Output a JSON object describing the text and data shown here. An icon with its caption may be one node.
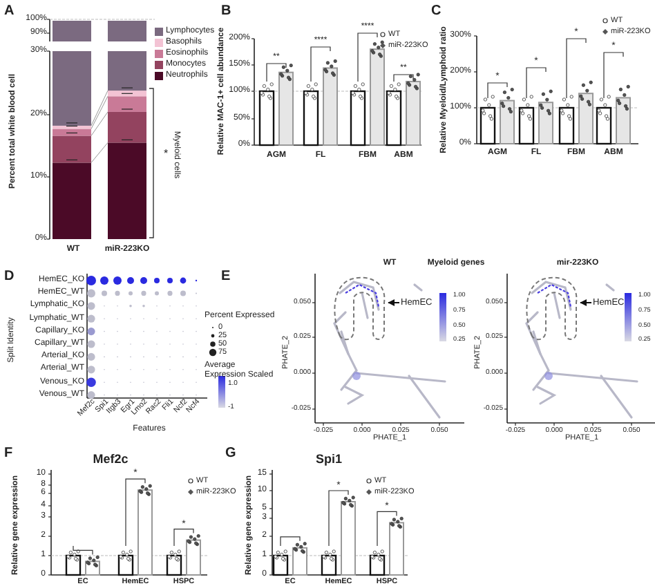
{
  "diagram": {
    "nodes": [
      {
        "text": [
          "HemEC"
        ]
      },
      {
        "text": [],
        "shape": "outline"
      },
      {
        "text": [
          "HemEC"
        ]
      },
      {
        "text": [],
        "shape": "outline"
      }
    ],
    "edges": [
      {
        "from": 0,
        "to": 1,
        "arrow": "to"
      },
      {
        "from": 2,
        "to": 3,
        "arrow": "to"
      }
    ],
    "labels": [
      "A",
      "100%",
      "90%",
      "30%",
      "20%",
      "10%",
      "0%",
      "Percent total white blood cell",
      "WT",
      "miR-223KO",
      "*",
      "Myeloid cells",
      "B",
      "200%",
      "150%",
      "100%",
      "50%",
      "0%",
      "Relative MAC-1+ cell abundance",
      "**",
      "****",
      "****",
      "**",
      "AGM",
      "FL",
      "FBM",
      "ABM",
      "C",
      "300%",
      "200%",
      "100%",
      "0%",
      "Relative Myeloid/Lymphoid ratio",
      "*",
      "*",
      "*",
      "*",
      "AGM",
      "FL",
      "FBM",
      "ABM",
      "D",
      "HemEC_KO",
      "HemEC_WT",
      "Lymphatic_KO",
      "Lymphatic_WT",
      "Capillary_KO",
      "Capillary_WT",
      "Arterial_KO",
      "Arterial_WT",
      "Venous_KO",
      "Venous_WT",
      "Split Identity",
      "Mef2c",
      "Spi1",
      "Itgb3",
      "Egr1",
      "Lmo2",
      "Rac2",
      "Fli1",
      "Ncf2",
      "Ncf4",
      "Features",
      "Percent Expressed",
      "Average Expression Scaled",
      "1.0",
      "-1",
      "E",
      "WT",
      "Myeloid genes",
      "mir-223KO",
      "1.00",
      "0.75",
      "0.50",
      "0.25",
      "PHATE_2",
      "0.050",
      "0.025",
      "0.000",
      "-0.025",
      "-0.025",
      "0.000",
      "0.025",
      "0.050",
      "PHATE_1",
      "1.00",
      "0.75",
      "0.50",
      "0.25",
      "PHATE_2",
      "0.050",
      "0.025",
      "0.000",
      "-0.025",
      "-0.025",
      "0.000",
      "0.025",
      "0.050",
      "PHATE_1",
      "F",
      "Mef2c",
      "10",
      "8",
      "6",
      "4",
      "3",
      "2",
      "1",
      "0",
      "Relative gene expression",
      "*",
      "*",
      "EC",
      "HemEC",
      "HSPC",
      "G",
      "Spi1",
      "15",
      "10",
      "5",
      "3",
      "2",
      "1",
      "0",
      "Relative gene expression",
      "*",
      "*",
      "EC",
      "HemEC",
      "HSPC"
    ],
    "legend": [
      {
        "text": "Lymphocytes",
        "color": "#7b6a80"
      },
      {
        "text": "Basophils",
        "color": "#f3c3d4"
      },
      {
        "text": "Eosinophils",
        "color": "#c97a97"
      },
      {
        "text": "Monocytes",
        "color": "#93435f"
      },
      {
        "text": "Neutrophils",
        "color": "#4b0a27"
      },
      {
        "text": "WT"
      },
      {
        "text": "miR-223KO"
      },
      {
        "text": "WT"
      },
      {
        "text": "miR-223KO"
      },
      {
        "text": "0"
      },
      {
        "text": "25"
      },
      {
        "text": "50"
      },
      {
        "text": "75"
      },
      {
        "text": "WT"
      },
      {
        "text": "miR-223KO"
      },
      {
        "text": "WT"
      },
      {
        "text": "miR-223KO"
      }
    ]
  }
}
